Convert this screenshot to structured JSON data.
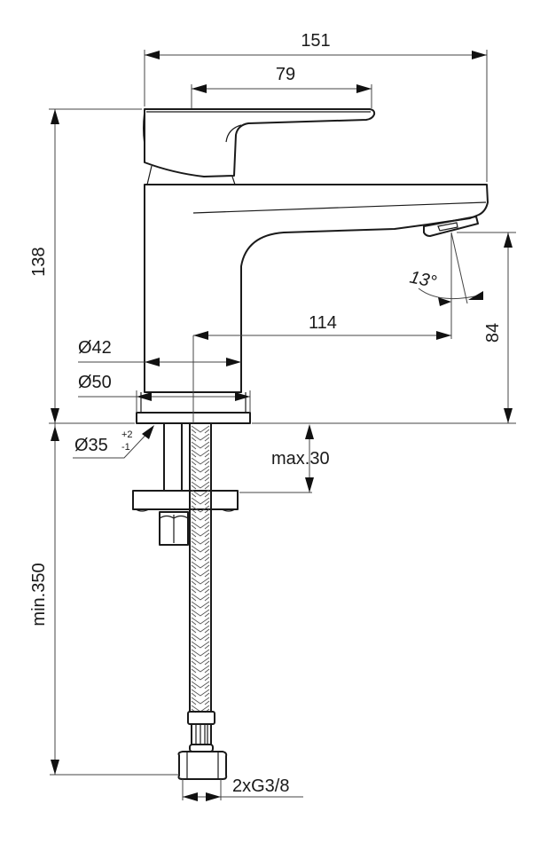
{
  "drawing": {
    "title": "Single-lever basin mixer — dimension drawing",
    "units": "mm",
    "colors": {
      "line": "#1a1a1a",
      "dimension": "#444444",
      "background": "#ffffff"
    }
  },
  "dimensions": {
    "overall_length": {
      "label": "151",
      "value": 151
    },
    "lever_length": {
      "label": "79",
      "value": 79
    },
    "overall_height": {
      "label": "138",
      "value": 138
    },
    "spout_reach": {
      "label": "114",
      "value": 114
    },
    "spout_height": {
      "label": "84",
      "value": 84
    },
    "spray_angle": {
      "label": "13°",
      "value": 13
    },
    "body_diameter": {
      "label": "Ø42",
      "value": 42
    },
    "base_diameter": {
      "label": "Ø50",
      "value": 50
    },
    "hole_diameter": {
      "label": "Ø35",
      "value": 35,
      "tol_plus": "+2",
      "tol_minus": "-1"
    },
    "max_counter_thickness": {
      "label": "max.30",
      "value": 30
    },
    "min_hose_length": {
      "label": "min.350",
      "value": 350
    },
    "connection": {
      "label": "2xG3/8"
    }
  }
}
